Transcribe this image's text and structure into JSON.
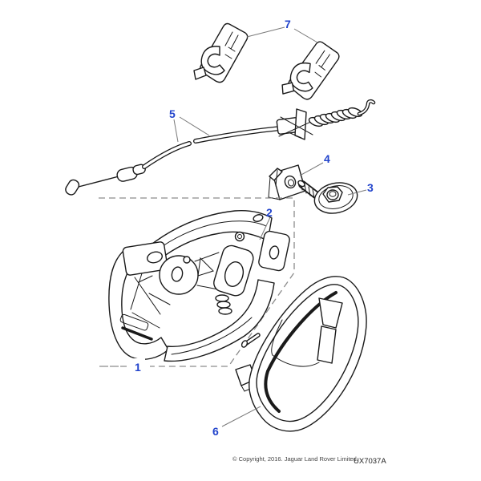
{
  "diagram": {
    "type": "exploded-parts-diagram",
    "subject": "door-handle-assembly",
    "callouts": [
      {
        "number": "1",
        "target": "handle-assembly-boundary"
      },
      {
        "number": "2",
        "target": "handle-mechanism"
      },
      {
        "number": "3",
        "target": "flanged-screw"
      },
      {
        "number": "4",
        "target": "u-nut-clip"
      },
      {
        "number": "5",
        "target": "release-cable"
      },
      {
        "number": "6",
        "target": "escutcheon-seal"
      },
      {
        "number": "7",
        "target": "cable-clips"
      }
    ],
    "footer": {
      "copyright": "© Copyright, 2016. Jaguar Land Rover Limited.",
      "drawing_code": "UX7037A"
    },
    "colors": {
      "background": "#ffffff",
      "line_art": "#1a1a1a",
      "callout_blue": "#2244cc",
      "boundary_dash_gray": "#8c8c8c",
      "leader_gray": "#7a7a7a"
    }
  }
}
